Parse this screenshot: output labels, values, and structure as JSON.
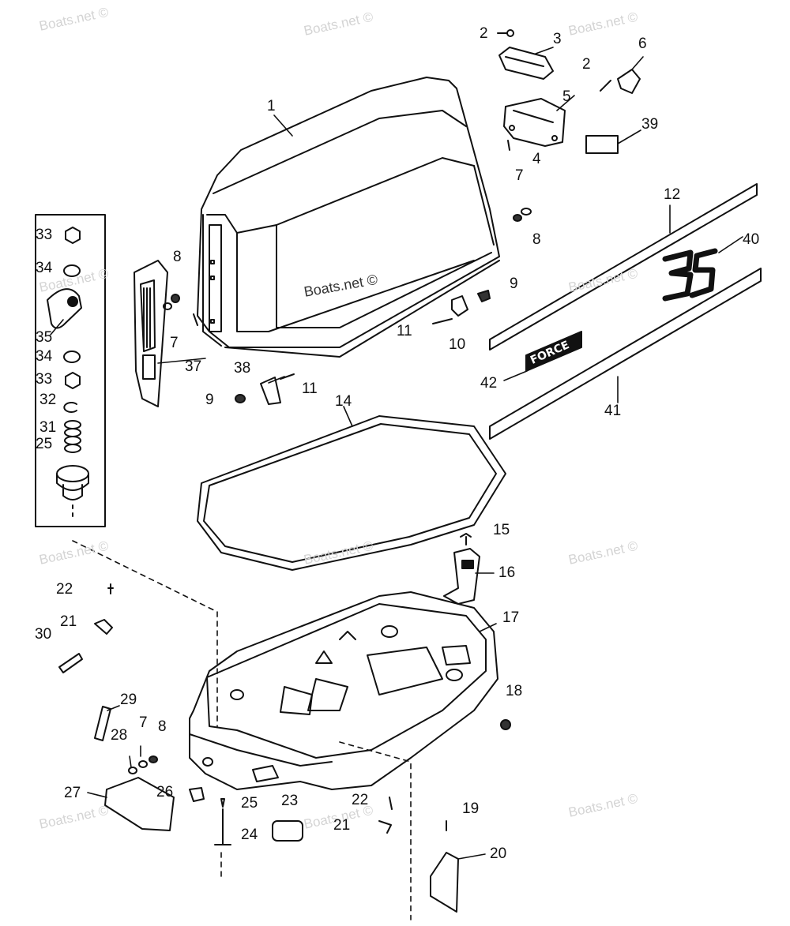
{
  "watermark": "Boats.net ©",
  "decals": {
    "model_number": "35",
    "brand": "FORCE"
  },
  "callouts": [
    "1",
    "2",
    "2",
    "3",
    "4",
    "5",
    "6",
    "7",
    "7",
    "7",
    "8",
    "8",
    "8",
    "9",
    "9",
    "10",
    "11",
    "11",
    "12",
    "14",
    "15",
    "16",
    "17",
    "18",
    "19",
    "20",
    "21",
    "21",
    "22",
    "22",
    "23",
    "24",
    "25",
    "25",
    "26",
    "27",
    "28",
    "29",
    "30",
    "31",
    "32",
    "33",
    "33",
    "34",
    "34",
    "35",
    "37",
    "38",
    "39",
    "40",
    "41",
    "42"
  ]
}
